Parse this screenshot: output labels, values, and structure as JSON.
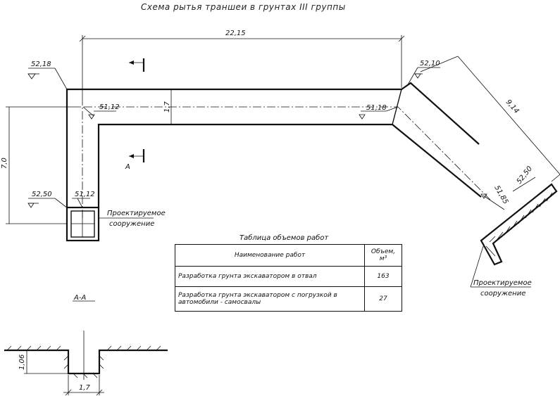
{
  "title": "Схема рытья траншеи в грунтах III группы",
  "dimensions": {
    "length": "22,15",
    "height": "7,0",
    "width_plan": "1,7",
    "diagonal": "9,14",
    "width_section": "1,7",
    "depth_section": "1,06"
  },
  "elevations": {
    "top_left": "52,18",
    "inner_corner": "51,12",
    "trench_right": "51,18",
    "top_right": "52,10",
    "bottom_left_ground": "52,50",
    "bottom_left_trench": "51,12",
    "diag_trench": "51,85",
    "diag_ground": "52,50"
  },
  "section_label": "А",
  "section_title": "А-А",
  "structure_label_left": [
    "Проектируемое",
    "сооружение"
  ],
  "structure_label_right": [
    "Проектируемое",
    "сооружение"
  ],
  "table": {
    "caption": "Таблица объемов работ",
    "header": {
      "name": "Наименование работ",
      "volume": "Объем, м³"
    },
    "rows": [
      {
        "name": "Разработка грунта экскаватором в отвал",
        "volume": "163"
      },
      {
        "name": "Разработка грунта экскаватором с погрузкой в автомобили - самосвалы",
        "volume": "27"
      }
    ]
  }
}
